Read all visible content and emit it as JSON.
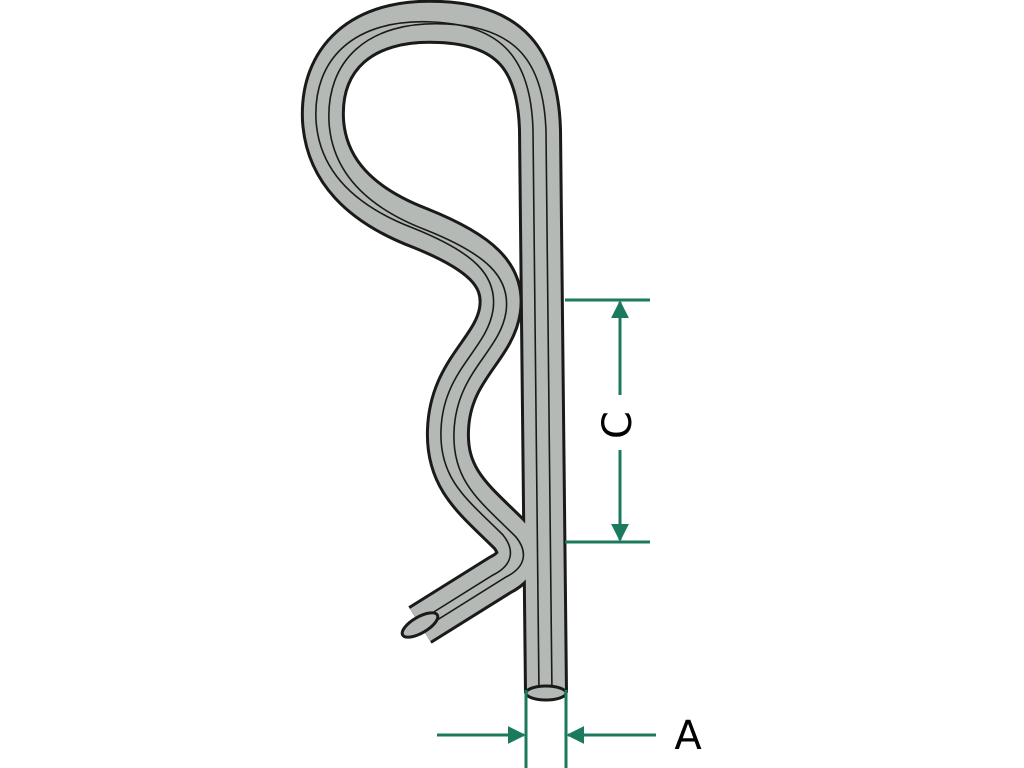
{
  "labels": {
    "thickness": "A",
    "length": "C"
  },
  "colors": {
    "wire_fill": "#b4b9b5",
    "wire_outline": "#1a1a1a",
    "dimension": "#1b7a5e",
    "background": "#ffffff"
  },
  "parts": [
    "r-clip-hairpin-cotter-pin"
  ]
}
